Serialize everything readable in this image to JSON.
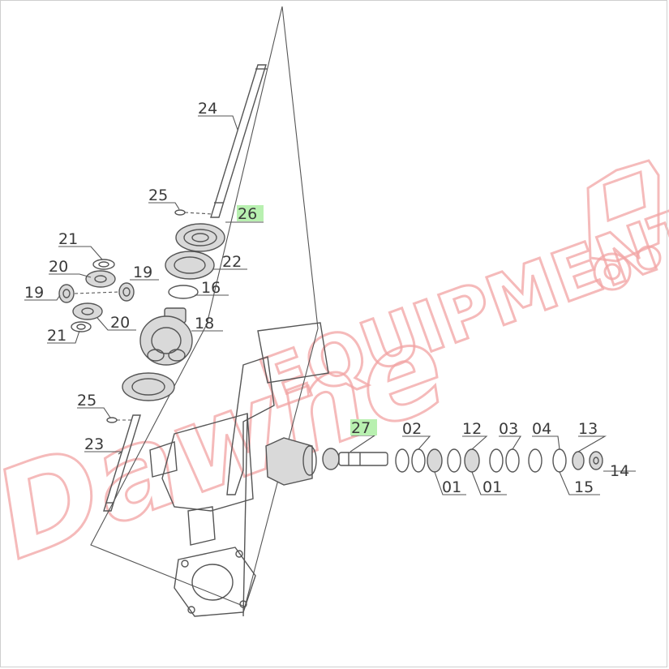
{
  "diagram": {
    "labels": [
      {
        "id": "24",
        "text": "24",
        "highlight": false
      },
      {
        "id": "25a",
        "text": "25",
        "highlight": false
      },
      {
        "id": "26",
        "text": "26",
        "highlight": true
      },
      {
        "id": "21a",
        "text": "21",
        "highlight": false
      },
      {
        "id": "20a",
        "text": "20",
        "highlight": false
      },
      {
        "id": "19a",
        "text": "19",
        "highlight": false
      },
      {
        "id": "22",
        "text": "22",
        "highlight": false
      },
      {
        "id": "16",
        "text": "16",
        "highlight": false
      },
      {
        "id": "19b",
        "text": "19",
        "highlight": false
      },
      {
        "id": "18",
        "text": "18",
        "highlight": false
      },
      {
        "id": "20b",
        "text": "20",
        "highlight": false
      },
      {
        "id": "21b",
        "text": "21",
        "highlight": false
      },
      {
        "id": "25b",
        "text": "25",
        "highlight": false
      },
      {
        "id": "23",
        "text": "23",
        "highlight": false
      },
      {
        "id": "27",
        "text": "27",
        "highlight": true
      },
      {
        "id": "02",
        "text": "02",
        "highlight": false
      },
      {
        "id": "12",
        "text": "12",
        "highlight": false
      },
      {
        "id": "03",
        "text": "03",
        "highlight": false
      },
      {
        "id": "04",
        "text": "04",
        "highlight": false
      },
      {
        "id": "13",
        "text": "13",
        "highlight": false
      },
      {
        "id": "14",
        "text": "14",
        "highlight": false
      },
      {
        "id": "01a",
        "text": "01",
        "highlight": false
      },
      {
        "id": "01b",
        "text": "01",
        "highlight": false
      },
      {
        "id": "15",
        "text": "15",
        "highlight": false
      }
    ]
  },
  "watermark": {
    "script_text": "Dawne",
    "word_text": "EQUIPMENT",
    "color": "#f2a4a4",
    "icon": "tractor-icon"
  },
  "colors": {
    "line": "#555555",
    "label": "#3a3a3a",
    "highlight": "#b8f0b0"
  }
}
